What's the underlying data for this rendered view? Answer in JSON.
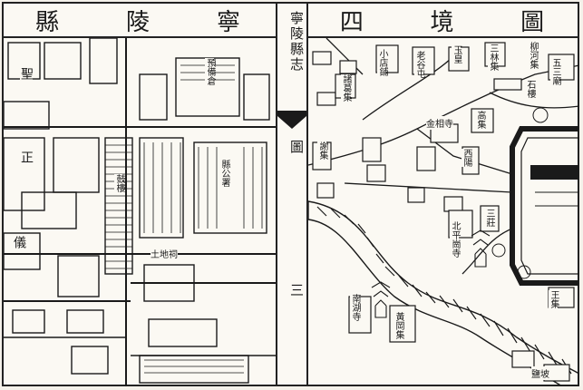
{
  "left_title": [
    "縣",
    "陵",
    "寧"
  ],
  "right_title": [
    "四",
    "境",
    "圖"
  ],
  "gutter": {
    "book_title": "寧陵縣志",
    "section": "圖",
    "page_num": "三"
  },
  "left_labels": {
    "granary": "預備倉",
    "county_office": "縣公署",
    "earth_god": "土地祠",
    "side_a": "聖",
    "side_b": "正",
    "gate": "儀",
    "drum": "鼓樓"
  },
  "right_labels": {
    "xiaodian": "小店鋪",
    "laojia": "老谷屯",
    "yuhuang": "玉皇",
    "sanlinji": "三林集",
    "zhugeji": "諸葛集",
    "jin_xiang_si": "金相寺",
    "wu_san_miao": "五三廟",
    "gaoji": "高集",
    "shilou": "石樓",
    "xiyang": "西陽",
    "liu_he": "柳河集",
    "xie_ji": "謝集",
    "nan_hu": "南湖寺",
    "huang_gang": "黃岡集",
    "wang_ji": "王集",
    "beijing": "北平崗寺",
    "sanzhuang": "三莊",
    "yuanpo": "鹽坡"
  },
  "icons": [
    "building-icon",
    "pagoda-icon",
    "city-wall-icon",
    "river-icon",
    "tree-icon"
  ],
  "colors": {
    "ink": "#1a1a1a",
    "paper": "#fbf9f3"
  }
}
